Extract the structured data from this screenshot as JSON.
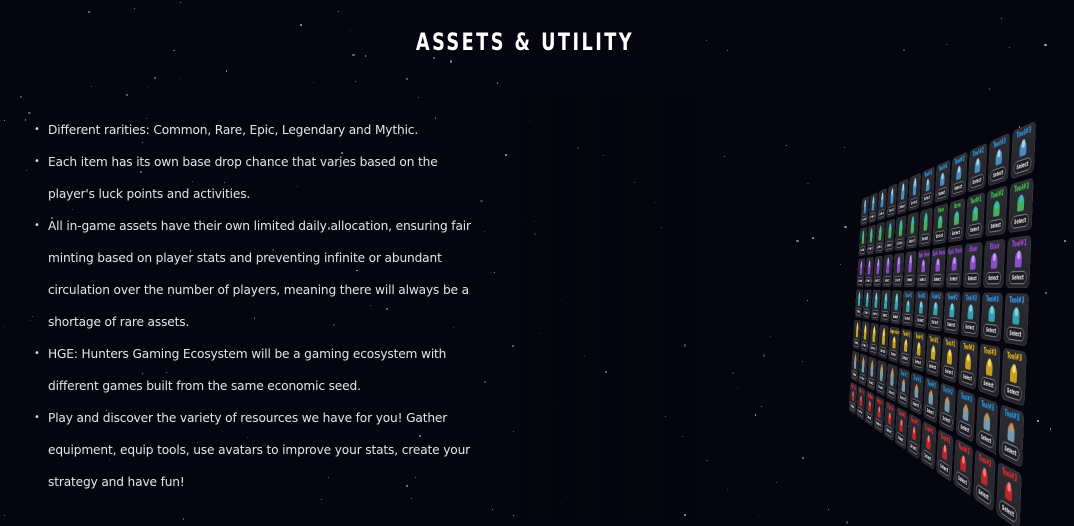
{
  "header": {
    "title": "ASSETS & UTILITY"
  },
  "features": {
    "bullet_glyph": "•",
    "items": [
      "Different rarities: Common, Rare, Epic, Legendary and Mythic.",
      "Each item has its own base drop chance that varies based on the player's luck points and activities.",
      "All in-game assets have their own limited daily allocation, ensuring fair minting based on player stats and preventing infinite or abundant circulation over the number of players, meaning there will always be a shortage of rare assets.",
      "HGE: Hunters Gaming Ecosystem will be a gaming ecosystem with different games built from the same economic seed.",
      "Play and discover the variety of resources we have for you! Gather equipment, equip tools, use avatars to improve your stats, create your strategy and have fun!"
    ]
  },
  "asset_grid": {
    "select_label": "Select",
    "columns": 12,
    "rows": 7,
    "rarity_colors": {
      "common": "#9aa3b0",
      "rare": "#2fa8ff",
      "epic": "#b04cff",
      "legendary": "#f2c318",
      "mythic": "#ff2b2b",
      "uncommon": "#3fd94a",
      "tool": "#1fa6ff",
      "special": "#e0397a"
    },
    "card_rows": [
      {
        "title_color": "#2fa8ff",
        "art": "#4f9fd8",
        "art2": "#b8d8f0",
        "titles": [
          "",
          "",
          "",
          "",
          "",
          "",
          "Tool#1",
          "Tool#1",
          "Tool#2",
          "Tool#2",
          "Tool#3",
          "Tool#3"
        ]
      },
      {
        "title_color": "#3fd94a",
        "art": "#4ec46a",
        "art2": "#2fbfd0",
        "titles": [
          "",
          "",
          "",
          "",
          "",
          "",
          "",
          "Item",
          "Item",
          "Tool#1",
          "Tool#2",
          "Tool#3"
        ]
      },
      {
        "title_color": "#b04cff",
        "art": "#9a55e8",
        "art2": "#c9a0ff",
        "titles": [
          "",
          "",
          "",
          "",
          "",
          "",
          "Epic Item",
          "Epic Item",
          "Epic Item",
          "Elixir",
          "Elixir",
          "Tool#1"
        ]
      },
      {
        "title_color": "#2fa8ff",
        "art": "#39b6c9",
        "art2": "#8bd7e6",
        "titles": [
          "",
          "",
          "",
          "",
          "",
          "Tool#1",
          "Tool#1",
          "Tool#2",
          "Tool#2",
          "Tool#3",
          "Tool#3",
          "Tool#3"
        ]
      },
      {
        "title_color": "#f2c318",
        "art": "#e0b71c",
        "art2": "#f6e27a",
        "titles": [
          "",
          "",
          "",
          "",
          "Legendary",
          "Tool#1",
          "Tool#1",
          "Tool#2",
          "Tool#2",
          "Tool#2",
          "Tool#3",
          "Tool#3"
        ]
      },
      {
        "title_color": "#1fa6ff",
        "art": "#7fb0c4",
        "art2": "#e38a2b",
        "titles": [
          "",
          "",
          "",
          "",
          "",
          "Tool#1",
          "Tool#1",
          "Tool#2",
          "Tool#2",
          "Tool#3",
          "Tool#3",
          "Tool#3"
        ]
      },
      {
        "title_color": "#ff2b2b",
        "art": "#d4282b",
        "art2": "#ff8080",
        "titles": [
          "Mythic",
          "Mythic",
          "Mythic",
          "Mythic",
          "Mythic",
          "Tool#1",
          "Tool#1",
          "Tool#1",
          "Tool#1",
          "Tool#2",
          "Tool#2",
          "Tool#3"
        ]
      }
    ]
  }
}
